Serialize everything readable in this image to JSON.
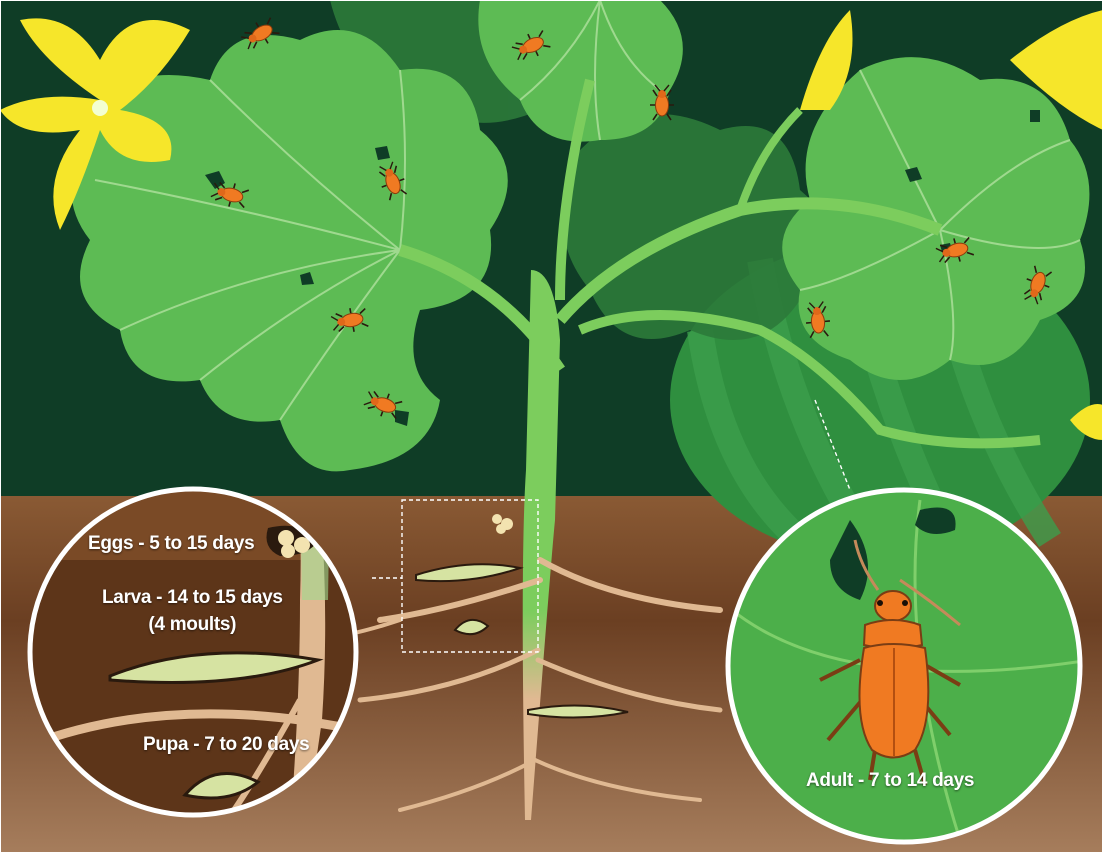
{
  "stages": {
    "eggs": {
      "label": "Eggs - 5 to 15 days"
    },
    "larva": {
      "label": "Larva - 14 to 15 days",
      "note": "(4 moults)"
    },
    "pupa": {
      "label": "Pupa - 7 to 20 days"
    },
    "adult": {
      "label": "Adult - 7 to 14 days"
    }
  },
  "colors": {
    "background": "#0f3d26",
    "leaf": "#5dbb54",
    "leaf_vein": "#9fd98f",
    "stem": "#7ccd5d",
    "flower": "#f6e62a",
    "beetle": "#f07a22",
    "soil": "#6b3f22",
    "root": "#e0b992",
    "circle_outline": "#ffffff"
  },
  "icons": [
    "leaf-icon",
    "flower-icon",
    "beetle-icon",
    "egg-icon",
    "larva-icon",
    "pupa-icon",
    "melon-icon"
  ]
}
